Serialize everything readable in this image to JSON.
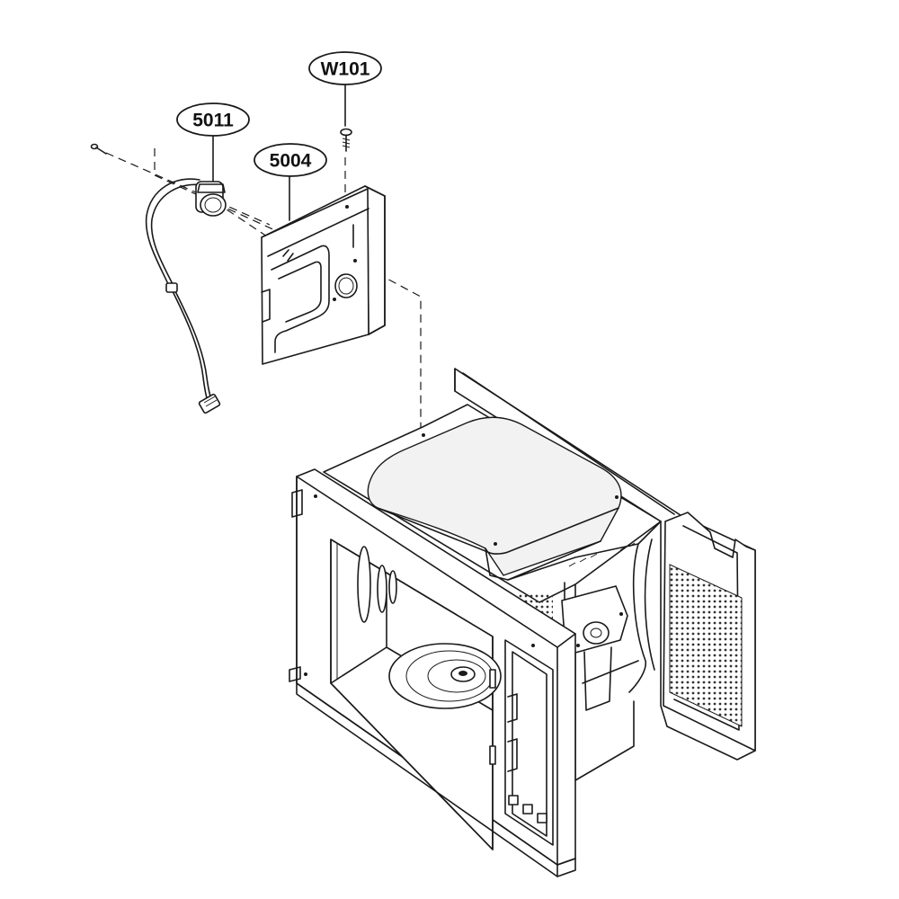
{
  "callouts": [
    {
      "id": "w101",
      "label": "W101"
    },
    {
      "id": "5011",
      "label": "5011"
    },
    {
      "id": "5004",
      "label": "5004"
    }
  ],
  "colors": {
    "line": "#1a1a1a",
    "background": "#ffffff",
    "mesh": "#333333"
  }
}
